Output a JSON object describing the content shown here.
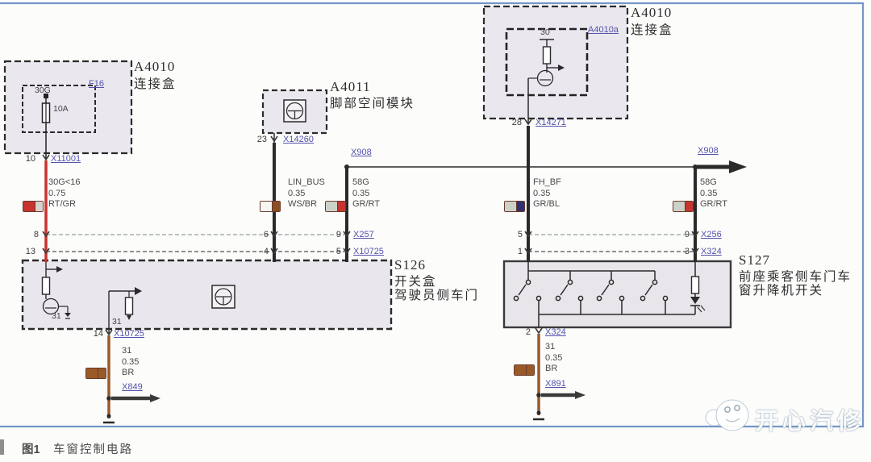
{
  "frame": {
    "color": "#7296c8"
  },
  "caption": {
    "fig": "图1",
    "title": "车窗控制电路"
  },
  "watermark": {
    "text": "开心汽修"
  },
  "colors": {
    "red": "#c8342e",
    "black": "#2a2a2a",
    "brown": "#9a5a28",
    "box_fill": "#eae7ee",
    "rail_upper": "#8fa39b",
    "rail_lower": "#6f6f6f"
  },
  "boxes": {
    "a4010_left": {
      "name": "A4010",
      "desc": "连接盒",
      "fuse_label": "F16",
      "terminal": "30G",
      "rating": "10A"
    },
    "a4011": {
      "name": "A4011",
      "desc": "脚部空间模块"
    },
    "a4010_right": {
      "name": "A4010",
      "desc": "连接盒",
      "inner_label": "A4010a",
      "terminal": "30"
    },
    "s126": {
      "name": "S126",
      "desc1": "开关盒",
      "desc2": "驾驶员侧车门",
      "ground1": "31",
      "ground2": "31"
    },
    "s127": {
      "name": "S127",
      "desc1": "前座乘客侧车门车",
      "desc2": "窗升降机开关"
    }
  },
  "wires": {
    "kl30": {
      "pin_top": "10",
      "conn_top": "X11001",
      "circuit": "30G<16",
      "gauge": "0.75",
      "code": "RT/GR",
      "pin_a": "8",
      "pin_b": "13",
      "swatch": [
        "#c8342e",
        "#d6d4cf"
      ]
    },
    "lin": {
      "pin_top": "23",
      "conn_top": "X14260",
      "circuit": "LIN_BUS",
      "gauge": "0.35",
      "code": "WS/BR",
      "pin_a": "6",
      "pin_b": "4",
      "swatch": [
        "#f7f5f0",
        "#8a4f22"
      ]
    },
    "g58_left": {
      "conn_top": "X908",
      "circuit": "58G",
      "gauge": "0.35",
      "code": "GR/RT",
      "pin_a": "9",
      "pin_b": "5",
      "swatch": [
        "#ccd2c8",
        "#c8342e"
      ]
    },
    "fh": {
      "pin_top": "28",
      "conn_top": "X14271",
      "circuit": "FH_BF",
      "gauge": "0.35",
      "code": "GR/BL",
      "pin_a": "5",
      "pin_b": "1",
      "swatch": [
        "#ccd2c8",
        "#2e3272"
      ]
    },
    "g58_right": {
      "conn_top": "X908",
      "circuit": "58G",
      "gauge": "0.35",
      "code": "GR/RT",
      "pin_a": "9",
      "pin_b": "3",
      "swatch": [
        "#ccd2c8",
        "#c8342e"
      ]
    },
    "gnd_left": {
      "pin": "14",
      "conn": "X10725",
      "circuit": "31",
      "gauge": "0.35",
      "code": "BR",
      "splice": "X849",
      "swatch": [
        "#9a5a28",
        "#9a5a28"
      ]
    },
    "gnd_right": {
      "pin": "2",
      "conn": "X324",
      "circuit": "31",
      "gauge": "0.35",
      "code": "BR",
      "splice": "X891",
      "swatch": [
        "#9a5a28",
        "#9a5a28"
      ]
    }
  },
  "rails": {
    "x257": "X257",
    "x10725": "X10725",
    "x256": "X256",
    "x324": "X324"
  }
}
